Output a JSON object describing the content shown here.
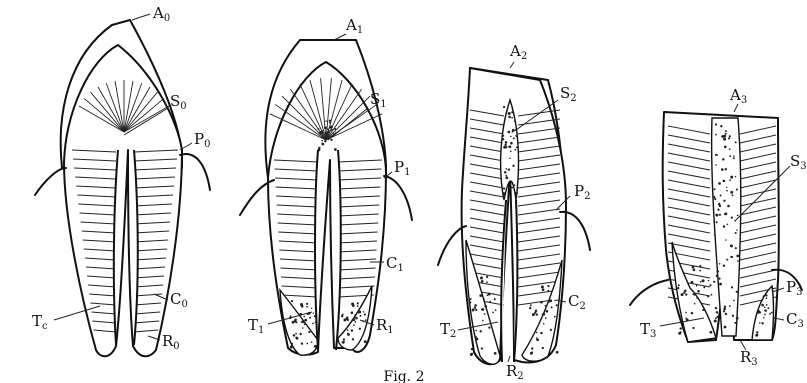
{
  "figure": {
    "caption": "Fig. 2",
    "teeth": [
      {
        "stage": "0",
        "labels": {
          "apex": "A",
          "secondary": "S",
          "gum_point": "P",
          "cementum": "C",
          "root": "R",
          "tooth": "T"
        },
        "subs": {
          "apex": "0",
          "secondary": "0",
          "gum_point": "0",
          "cementum": "0",
          "root": "0",
          "tooth": "c"
        }
      },
      {
        "stage": "1",
        "labels": {
          "apex": "A",
          "secondary": "S",
          "gum_point": "P",
          "cementum": "C",
          "root": "R",
          "tooth": "T"
        },
        "subs": {
          "apex": "1",
          "secondary": "1",
          "gum_point": "1",
          "cementum": "1",
          "root": "1",
          "tooth": "1"
        }
      },
      {
        "stage": "2",
        "labels": {
          "apex": "A",
          "secondary": "S",
          "gum_point": "P",
          "cementum": "C",
          "root": "R",
          "tooth": "T"
        },
        "subs": {
          "apex": "2",
          "secondary": "2",
          "gum_point": "2",
          "cementum": "2",
          "root": "2",
          "tooth": "2"
        }
      },
      {
        "stage": "3",
        "labels": {
          "apex": "A",
          "secondary": "S",
          "gum_point": "P",
          "cementum": "C",
          "root": "R",
          "tooth": "T"
        },
        "subs": {
          "apex": "3",
          "secondary": "3",
          "gum_point": "3",
          "cementum": "3",
          "root": "3",
          "tooth": "3"
        }
      }
    ]
  }
}
